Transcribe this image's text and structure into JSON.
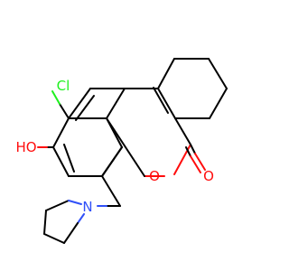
{
  "molecule": {
    "atoms": [
      {
        "id": "cl",
        "label": "Cl",
        "color": "#1ff01f"
      },
      {
        "id": "oh",
        "label": "HO",
        "color": "#ff0d0d"
      },
      {
        "id": "o_ring",
        "label": "O",
        "color": "#ff0d0d"
      },
      {
        "id": "o_carbonyl",
        "label": "O",
        "color": "#ff0d0d"
      },
      {
        "id": "n",
        "label": "N",
        "color": "#3050f8"
      }
    ]
  }
}
